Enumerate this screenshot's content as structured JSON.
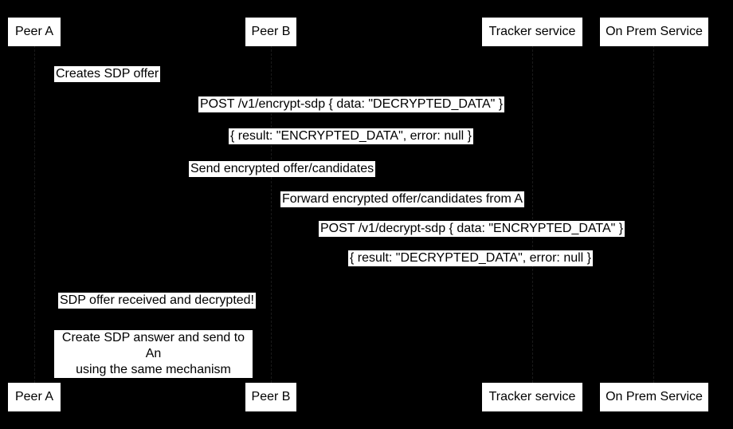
{
  "diagram": {
    "type": "sequence-diagram",
    "colors": {
      "background": "#000000",
      "label_background": "#ffffff",
      "text": "#000000",
      "lifeline": "#1a1a1a"
    },
    "actors": [
      {
        "id": "peer-a",
        "label": "Peer A"
      },
      {
        "id": "peer-b",
        "label": "Peer B"
      },
      {
        "id": "tracker-service",
        "label": "Tracker service"
      },
      {
        "id": "on-prem-service",
        "label": "On Prem Service"
      }
    ],
    "messages": [
      {
        "label": "Creates SDP offer"
      },
      {
        "label": "POST /v1/encrypt-sdp { data: \"DECRYPTED_DATA\" }"
      },
      {
        "label": "{ result: \"ENCRYPTED_DATA\", error: null }"
      },
      {
        "label": "Send encrypted offer/candidates"
      },
      {
        "label": "Forward encrypted offer/candidates from A"
      },
      {
        "label": "POST /v1/decrypt-sdp { data: \"ENCRYPTED_DATA\" }"
      },
      {
        "label": "{ result: \"DECRYPTED_DATA\", error: null }"
      },
      {
        "label": "SDP offer received and decrypted!"
      }
    ],
    "note": {
      "line1": "Create SDP answer and send to An",
      "line2": "using the same mechanism"
    }
  }
}
